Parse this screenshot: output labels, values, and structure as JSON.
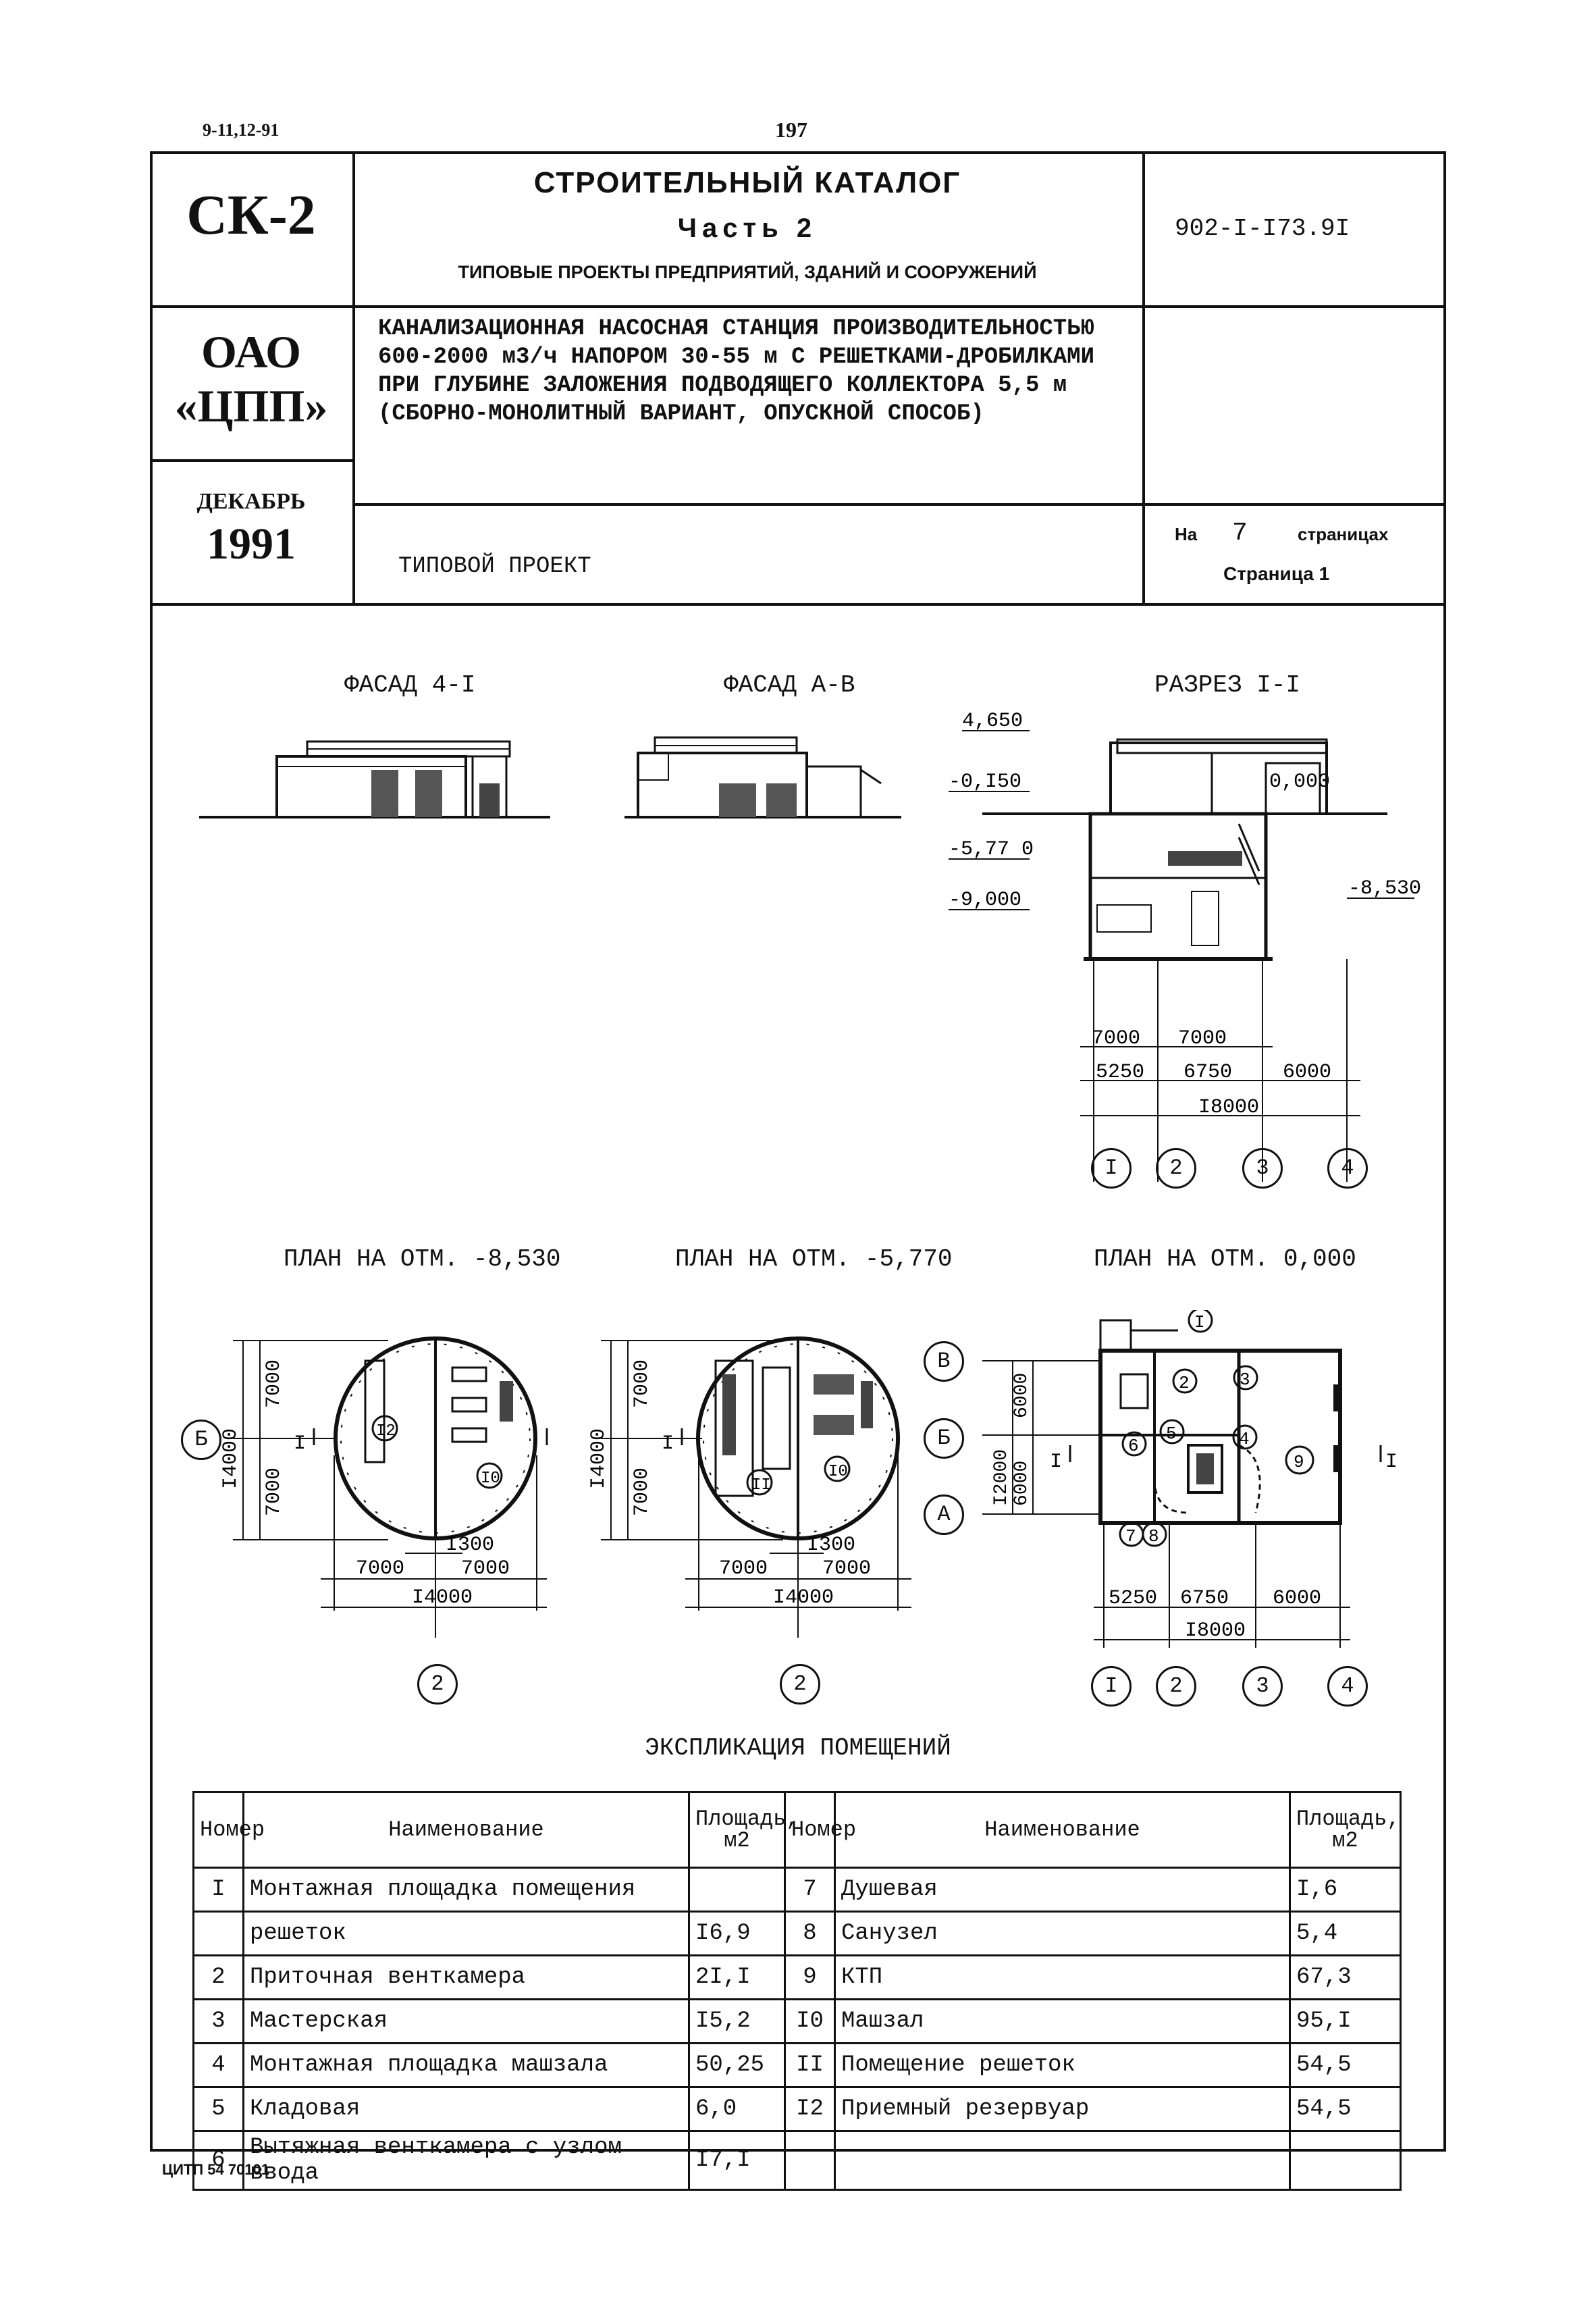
{
  "header": {
    "code": "9-11,12-91",
    "page_number": "197"
  },
  "title_block": {
    "series": "СК-2",
    "catalog_title": "СТРОИТЕЛЬНЫЙ КАТАЛОГ",
    "part": "Часть 2",
    "part_subtitle": "ТИПОВЫЕ ПРОЕКТЫ ПРЕДПРИЯТИЙ, ЗДАНИЙ И СООРУЖЕНИЙ",
    "project_code": "902-I-I73.9I",
    "org_line1": "ОАО",
    "org_line2": "«ЦПП»",
    "description": [
      "КАНАЛИЗАЦИОННАЯ НАСОСНАЯ СТАНЦИЯ ПРОИЗВОДИТЕЛЬНОСТЬЮ",
      "600-2000 м3/ч НАПОРОМ 30-55 м С РЕШЕТКАМИ-ДРОБИЛКАМИ",
      "ПРИ ГЛУБИНЕ ЗАЛОЖЕНИЯ ПОДВОДЯЩЕГО КОЛЛЕКТОРА 5,5 м",
      "(СБОРНО-МОНОЛИТНЫЙ ВАРИАНТ, ОПУСКНОЙ СПОСОБ)"
    ],
    "month": "ДЕКАБРЬ",
    "year": "1991",
    "doc_type": "ТИПОВОЙ ПРОЕКТ",
    "pages_prefix": "На",
    "pages_count": "7",
    "pages_suffix": "страницах",
    "page_label": "Страница 1"
  },
  "drawings": {
    "facade1_title": "ФАСАД 4-I",
    "facade2_title": "ФАСАД А-В",
    "section_title": "РАЗРЕЗ I-I",
    "section_levels": [
      "4,650",
      "-0,I50",
      "-5,77 0",
      "-9,000",
      "0,000",
      "-8,530"
    ],
    "section_dims_top": [
      "7000",
      "7000"
    ],
    "section_dims_mid": [
      "5250",
      "6750",
      "6000"
    ],
    "section_dims_total": "I8000",
    "axes_numbers": [
      "I",
      "2",
      "3",
      "4"
    ],
    "plan1_title": "ПЛАН НА ОТМ. -8,530",
    "plan2_title": "ПЛАН НА ОТМ. -5,770",
    "plan3_title": "ПЛАН НА ОТМ. 0,000",
    "plan_round_dims_side": [
      "7000",
      "7000",
      "I4000"
    ],
    "plan_round_offset": "I300",
    "plan_round_dims_bottom": [
      "7000",
      "7000"
    ],
    "plan_round_total": "I4000",
    "plan_round_axis_letter": "Б",
    "plan_round_axis_number": "2",
    "section_mark": "I",
    "plan1_rooms": [
      "I2",
      "I0"
    ],
    "plan2_rooms": [
      "II",
      "I0"
    ],
    "plan3_axes_letters": [
      "В",
      "Б",
      "А"
    ],
    "plan3_dims_side": [
      "6000",
      "6000",
      "I2000"
    ],
    "plan3_rooms": [
      "I",
      "2",
      "3",
      "4",
      "5",
      "6",
      "7",
      "8",
      "9"
    ],
    "plan3_dims_bottom": [
      "5250",
      "6750",
      "6000"
    ],
    "plan3_total": "I8000"
  },
  "explication": {
    "title": "ЭКСПЛИКАЦИЯ ПОМЕЩЕНИЙ",
    "headers": {
      "number": "Номер",
      "name": "Наименование",
      "area": "Площадь, м2"
    },
    "left": [
      {
        "num": "I",
        "name": "Монтажная площадка помещения",
        "area": ""
      },
      {
        "num": "",
        "name": "решеток",
        "area": "I6,9"
      },
      {
        "num": "2",
        "name": "Приточная венткамера",
        "area": "2I,I"
      },
      {
        "num": "3",
        "name": "Мастерская",
        "area": "I5,2"
      },
      {
        "num": "4",
        "name": "Монтажная площадка машзала",
        "area": "50,25"
      },
      {
        "num": "5",
        "name": "Кладовая",
        "area": "6,0"
      },
      {
        "num": "6",
        "name": "Вытяжная венткамера с узлом ввода",
        "area": "I7,I"
      }
    ],
    "right": [
      {
        "num": "7",
        "name": "Душевая",
        "area": "I,6"
      },
      {
        "num": "8",
        "name": "Санузел",
        "area": "5,4"
      },
      {
        "num": "9",
        "name": "КТП",
        "area": "67,3"
      },
      {
        "num": "I0",
        "name": "Машзал",
        "area": "95,I"
      },
      {
        "num": "II",
        "name": "Помещение решеток",
        "area": "54,5"
      },
      {
        "num": "I2",
        "name": "Приемный резервуар",
        "area": "54,5"
      },
      {
        "num": "",
        "name": "",
        "area": ""
      }
    ]
  },
  "footer": {
    "stamp": "ЦИТП 54 70101"
  }
}
